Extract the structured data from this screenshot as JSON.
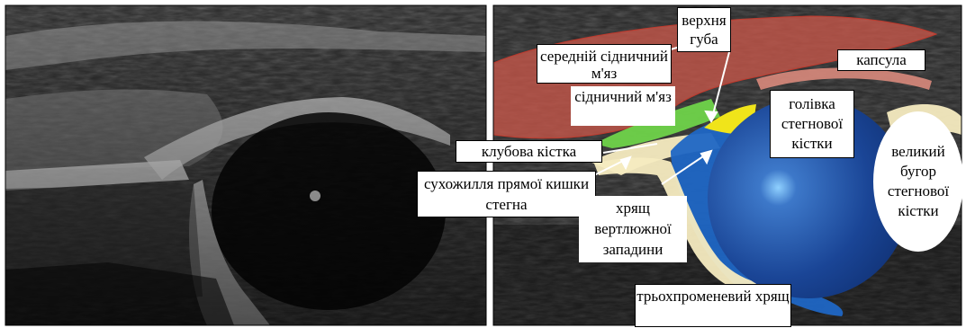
{
  "figure": {
    "colors": {
      "muscle": "#c8574a",
      "gluteus_minimus": "#6fd34a",
      "labrum": "#f0e41a",
      "femoral_head": "#123a8a",
      "cartilage": "#1f66c4",
      "bone_cream": "#f5ebc0",
      "capsule": "#d98a7c"
    },
    "labels": {
      "gluteus_medius": "середній сідничний м'яз",
      "gluteus_minimus": "сідничний м'яз",
      "labrum": "верхня губа",
      "capsule": "капсула",
      "femoral_head": "голівка стегнової кістки",
      "greater_trochanter": "великий бугор стегнової кістки",
      "ilium": "клубова кістка",
      "rectus_tendon": "сухожилля прямої кишки стегна",
      "acetabular_cartilage": "хрящ вертлюжної западини",
      "triradiate": "трьохпроменевий хрящ"
    }
  }
}
